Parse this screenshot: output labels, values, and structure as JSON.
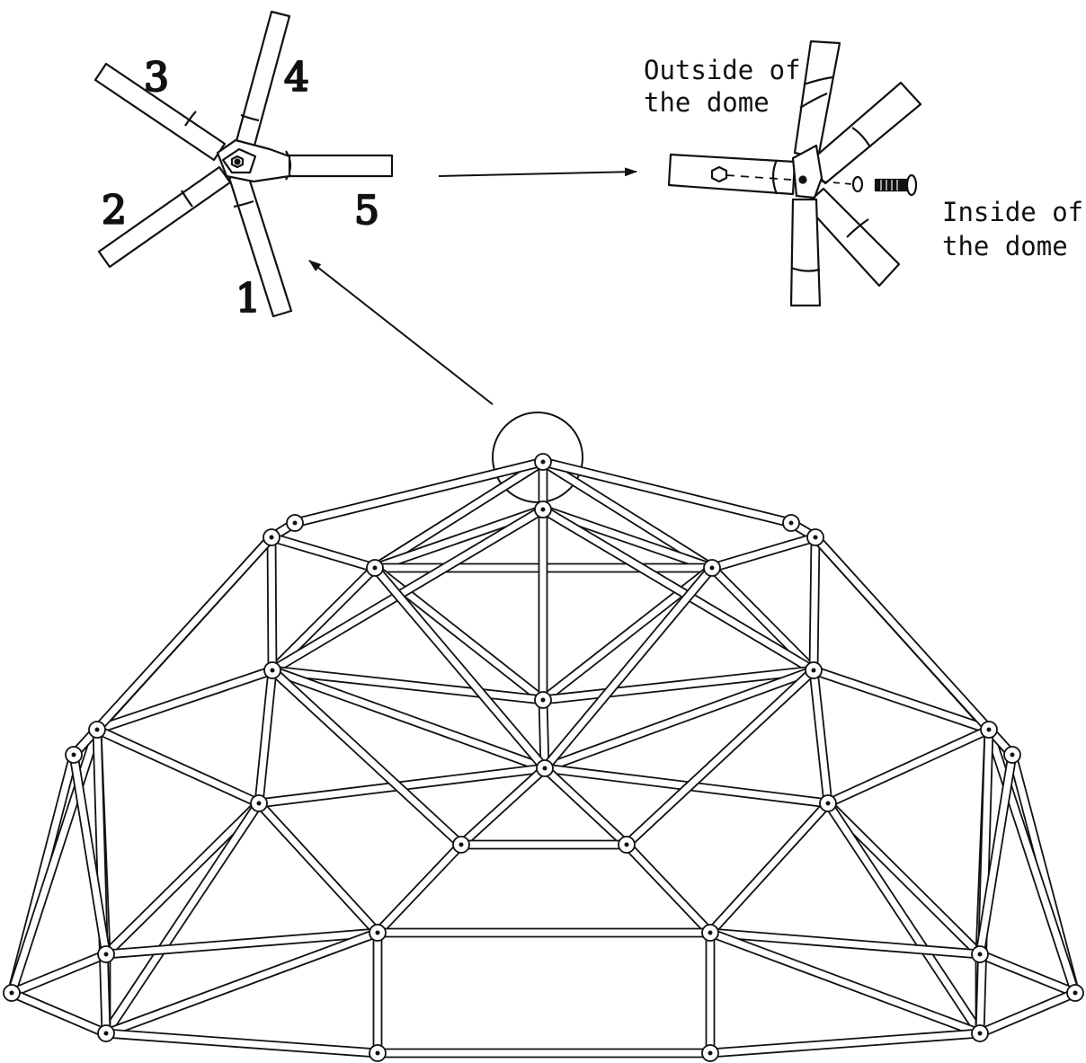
{
  "hub_detail": {
    "strut_numbers": [
      "1",
      "2",
      "3",
      "4",
      "5"
    ]
  },
  "bolt_detail": {
    "outside_label_line1": "Outside of",
    "outside_label_line2": "the dome",
    "inside_label_line1": "Inside of",
    "inside_label_line2": "the dome"
  }
}
